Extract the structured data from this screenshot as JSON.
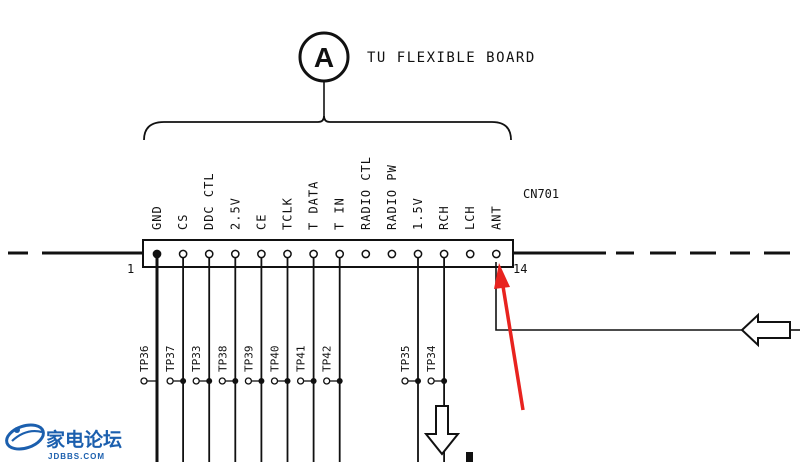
{
  "header": {
    "circle_label": "A",
    "board_title": "TU FLEXIBLE BOARD"
  },
  "connector": {
    "name": "CN701",
    "pin_start": "1",
    "pin_end": "14",
    "pins": [
      "GND",
      "CS",
      "DDC CTL",
      "2.5V",
      "CE",
      "TCLK",
      "T DATA",
      "T IN",
      "RADIO CTL",
      "RADIO PW",
      "1.5V",
      "RCH",
      "LCH",
      "ANT"
    ]
  },
  "test_points": [
    {
      "label": "TP36",
      "pin": 1
    },
    {
      "label": "TP37",
      "pin": 2
    },
    {
      "label": "TP33",
      "pin": 3
    },
    {
      "label": "TP38",
      "pin": 4
    },
    {
      "label": "TP39",
      "pin": 5
    },
    {
      "label": "TP40",
      "pin": 6
    },
    {
      "label": "TP41",
      "pin": 7
    },
    {
      "label": "TP42",
      "pin": 8
    },
    {
      "label": "TP35",
      "pin": 11
    },
    {
      "label": "TP34",
      "pin": 12
    }
  ],
  "watermark": {
    "brand": "家电论坛",
    "url": "JDBBS.COM"
  },
  "colors": {
    "ink": "#111111",
    "highlight_arrow": "#e8231f",
    "logo_blue": "#1b5fae"
  }
}
